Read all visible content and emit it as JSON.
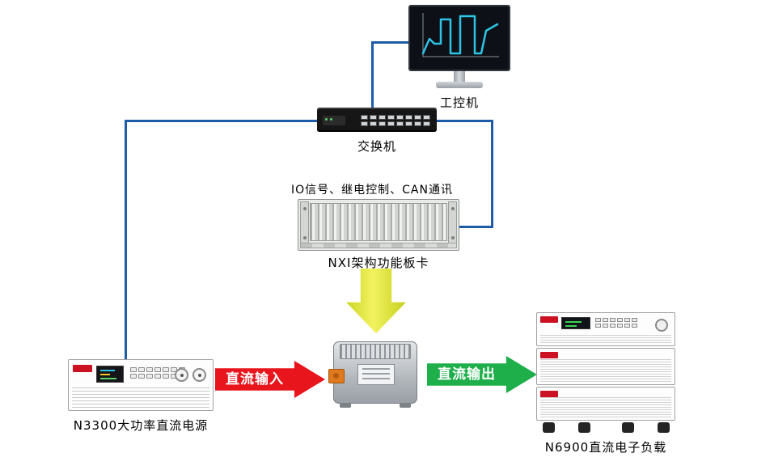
{
  "labels": {
    "industrial_pc": "工控机",
    "switch": "交换机",
    "io_line": "IO信号、继电控制、CAN通讯",
    "nxi_board": "NXI架构功能板卡",
    "power_supply": "N3300大功率直流电源",
    "electronic_load": "N6900直流电子负载"
  },
  "arrows": {
    "dc_input": "直流输入",
    "dc_output": "直流输出"
  },
  "colors": {
    "connector_blue": "#1e5ba8",
    "arrow_red": "#e8151d",
    "arrow_green": "#1eae4a",
    "arrow_yellow": "#e8e83a",
    "brand_red": "#cc1122",
    "screen_trace_cyan": "#2ec4e6"
  }
}
